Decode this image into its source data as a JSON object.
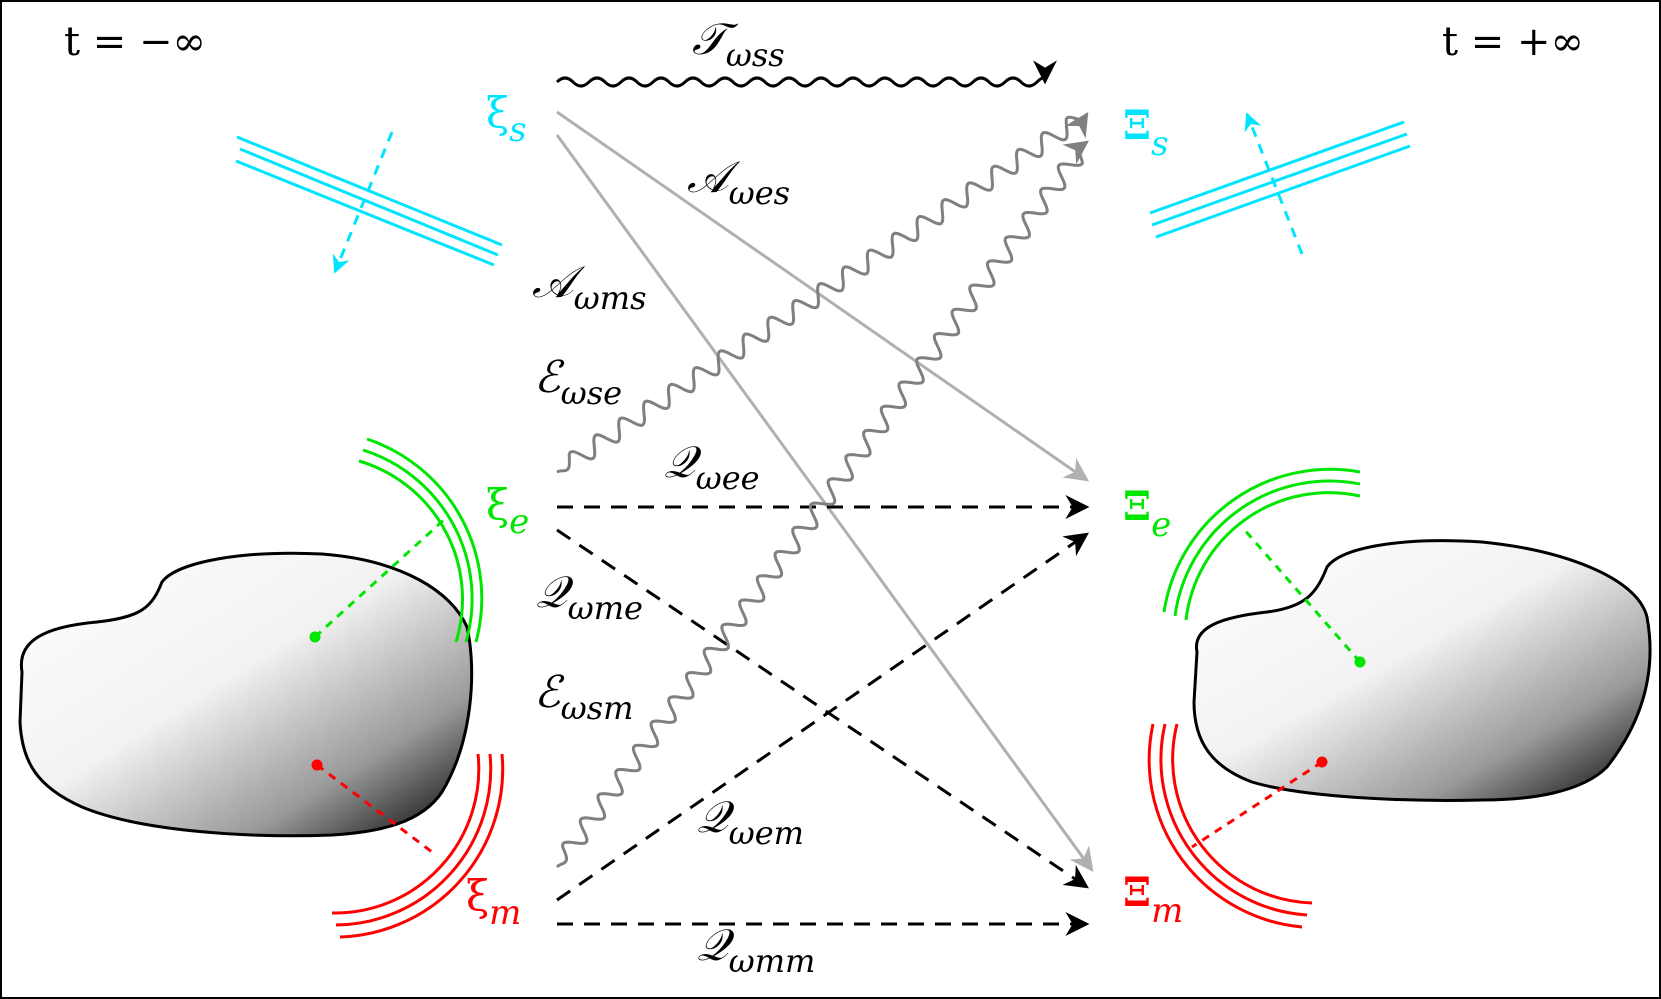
{
  "time": {
    "left": "t = −∞",
    "right": "t = +∞"
  },
  "in_modes": {
    "s": {
      "sym": "ξ",
      "sub": "s",
      "color": "#00e5ff"
    },
    "e": {
      "sym": "ξ",
      "sub": "e",
      "color": "#00e600"
    },
    "m": {
      "sym": "ξ",
      "sub": "m",
      "color": "#ff0000"
    }
  },
  "out_modes": {
    "s": {
      "sym": "Ξ",
      "sub": "s",
      "color": "#00e5ff"
    },
    "e": {
      "sym": "Ξ",
      "sub": "e",
      "color": "#00e600"
    },
    "m": {
      "sym": "Ξ",
      "sub": "m",
      "color": "#ff0000"
    }
  },
  "transitions": {
    "T_ss": {
      "sym": "𝒯",
      "sub": "ωss"
    },
    "A_es": {
      "sym": "𝒜",
      "sub": "ωes"
    },
    "A_ms": {
      "sym": "𝒜",
      "sub": "ωms"
    },
    "E_se": {
      "sym": "ℰ",
      "sub": "ωse"
    },
    "Q_ee": {
      "sym": "𝒬",
      "sub": "ωee"
    },
    "Q_me": {
      "sym": "𝒬",
      "sub": "ωme"
    },
    "E_sm": {
      "sym": "ℰ",
      "sub": "ωsm"
    },
    "Q_em": {
      "sym": "𝒬",
      "sub": "ωem"
    },
    "Q_mm": {
      "sym": "𝒬",
      "sub": "ωmm"
    }
  },
  "colors": {
    "cyan": "#00e5ff",
    "green": "#00e600",
    "red": "#ff0000",
    "gray_light": "#b0b0b0",
    "gray_dark": "#808080",
    "black": "#000000"
  }
}
